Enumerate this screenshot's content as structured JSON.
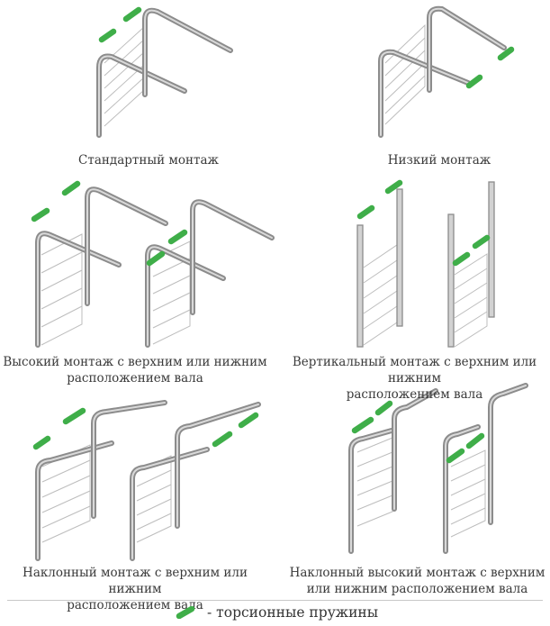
{
  "diagrams": [
    {
      "caption": [
        "Стандартный монтаж"
      ]
    },
    {
      "caption": [
        "Низкий монтаж"
      ]
    },
    {
      "caption": [
        "Высокий монтаж с верхним или нижним",
        "расположением вала"
      ]
    },
    {
      "caption": [
        "Вертикальный монтаж с верхним или нижним",
        "расположением вала"
      ]
    },
    {
      "caption": [
        "Наклонный монтаж с верхним или нижним",
        "расположением вала"
      ]
    },
    {
      "caption": [
        "Наклонный высокий монтаж с верхним",
        "или нижним расположением вала"
      ]
    }
  ],
  "legend": {
    "icon": "torsion-spring-icon",
    "text": "- торсионные пружины"
  },
  "colors": {
    "spring": "#3fae49",
    "rail": "#8c8c8c",
    "panel": "#bdbdbd"
  }
}
